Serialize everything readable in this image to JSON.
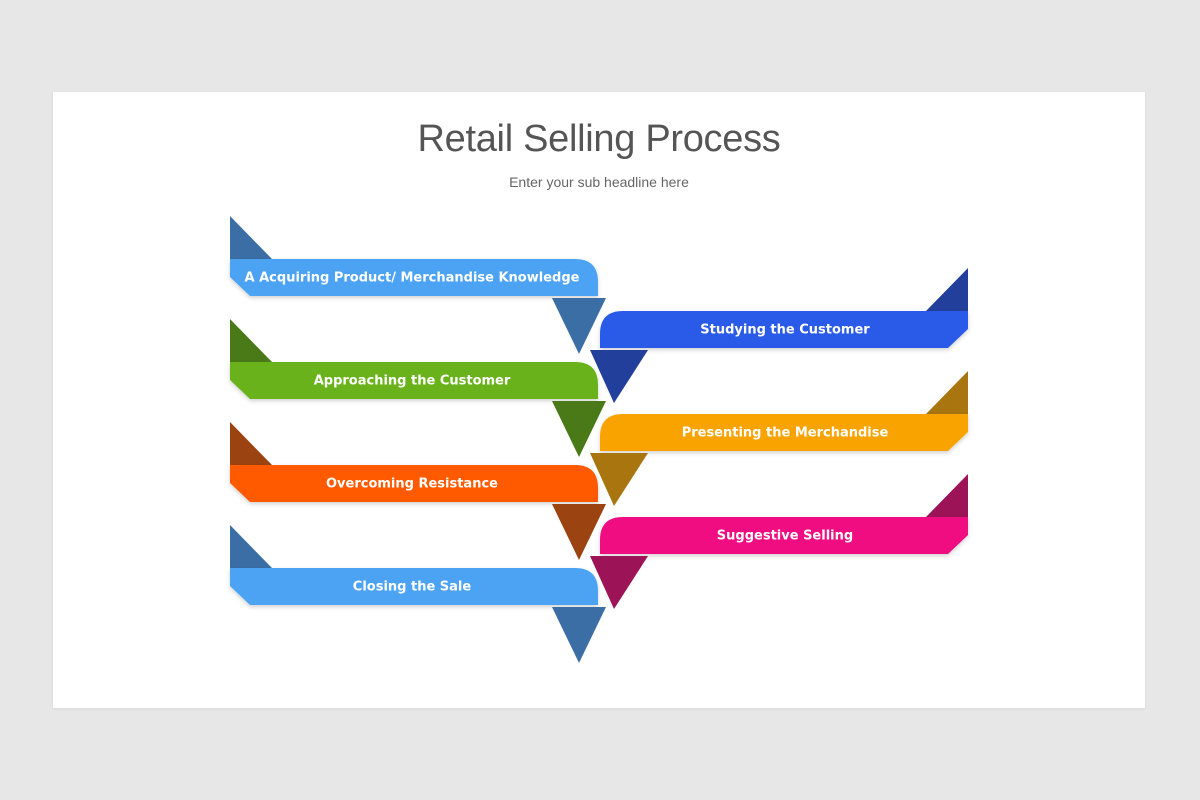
{
  "slide": {
    "title": "Retail Selling Process",
    "subtitle": "Enter your sub headline here"
  },
  "steps": [
    {
      "label": "A Acquiring Product/ Merchandise Knowledge",
      "side": "left",
      "color": "#4ea3f3",
      "dark": "#3a6ea5"
    },
    {
      "label": "Studying the Customer",
      "side": "right",
      "color": "#2a5ae8",
      "dark": "#22409b"
    },
    {
      "label": "Approaching the Customer",
      "side": "left",
      "color": "#6bb21e",
      "dark": "#4a7a18"
    },
    {
      "label": "Presenting the Merchandise",
      "side": "right",
      "color": "#f9a300",
      "dark": "#a8750f"
    },
    {
      "label": "Overcoming Resistance",
      "side": "left",
      "color": "#ff5a00",
      "dark": "#9c4312"
    },
    {
      "label": "Suggestive Selling",
      "side": "right",
      "color": "#f00a82",
      "dark": "#9c1357"
    },
    {
      "label": "Closing the Sale",
      "side": "left",
      "color": "#4ea3f3",
      "dark": "#3a6ea5"
    }
  ]
}
